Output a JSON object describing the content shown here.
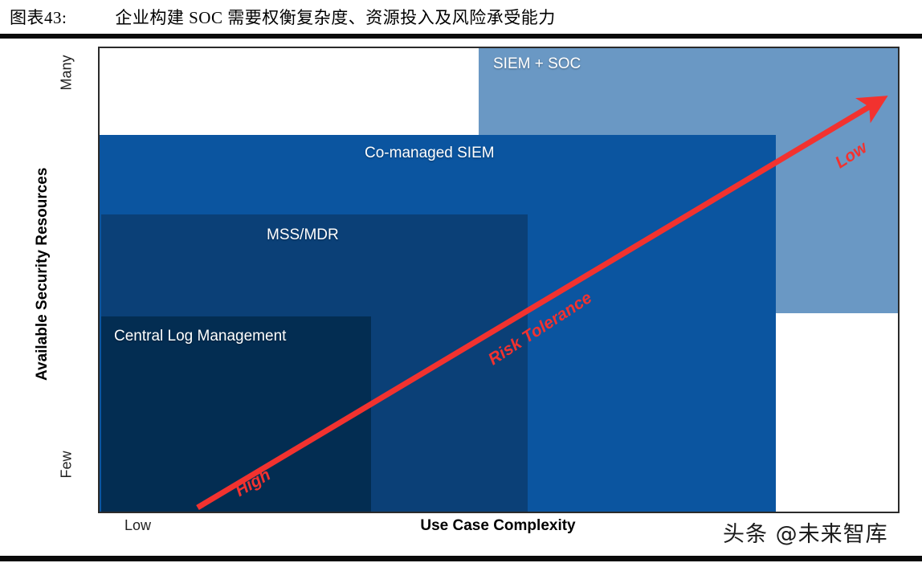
{
  "caption": {
    "label": "图表43:",
    "text": "企业构建 SOC 需要权衡复杂度、资源投入及风险承受能力"
  },
  "watermark": "头条 @未来智库",
  "chart_data": {
    "type": "heatmap",
    "title": "企业构建 SOC 需要权衡复杂度、资源投入及风险承受能力",
    "xlabel": "Use Case Complexity",
    "ylabel": "Available Security Resources",
    "xticklabels": [
      "Low"
    ],
    "yticklabels": [
      "Few",
      "Many"
    ],
    "grid": false,
    "legend": "none",
    "xlim": [
      "Low",
      "High"
    ],
    "ylim": [
      "Few",
      "Many"
    ],
    "regions": [
      {
        "name": "Central Log Management",
        "label": "Central Log Management",
        "color": "#032d52",
        "x_range": [
          0.0,
          0.34
        ],
        "y_range": [
          0.0,
          0.42
        ]
      },
      {
        "name": "MSS/MDR",
        "label": "MSS/MDR",
        "color": "#0b4077",
        "x_range": [
          0.0,
          0.53
        ],
        "y_range": [
          0.0,
          0.64
        ]
      },
      {
        "name": "Co-managed SIEM",
        "label": "Co-managed SIEM",
        "color": "#0b55a0",
        "x_range": [
          0.0,
          0.845
        ],
        "y_range": [
          0.0,
          0.81
        ]
      },
      {
        "name": "SIEM + SOC",
        "label": "SIEM + SOC",
        "color": "#6a98c4",
        "x_range": [
          0.474,
          1.0
        ],
        "y_range": [
          0.43,
          1.0
        ]
      }
    ],
    "annotations": [
      {
        "name": "risk-tolerance-arrow",
        "text": "Risk Tolerance",
        "color": "#f2322f",
        "direction": "diagonal-up-right"
      },
      {
        "name": "risk-high",
        "text": "High",
        "color": "#f2322f"
      },
      {
        "name": "risk-low",
        "text": "Low",
        "color": "#f2322f"
      }
    ]
  },
  "chart": {
    "y_axis": {
      "title": "Available Security Resources",
      "tick_many": "Many",
      "tick_few": "Few"
    },
    "x_axis": {
      "title": "Use Case Complexity",
      "tick_low": "Low"
    },
    "regions": {
      "siem_soc": "SIEM + SOC",
      "comanaged_siem": "Co-managed SIEM",
      "mss_mdr": "MSS/MDR",
      "central_log": "Central Log Management"
    },
    "arrow": {
      "high": "High",
      "risk_tolerance": "Risk Tolerance",
      "low": "Low"
    },
    "colors": {
      "siem_soc": "#6a98c4",
      "comanaged_siem": "#0b55a0",
      "mss_mdr": "#0b4077",
      "central_log": "#032d52",
      "arrow": "#f2322f",
      "frame": "#2b2b2b"
    }
  }
}
